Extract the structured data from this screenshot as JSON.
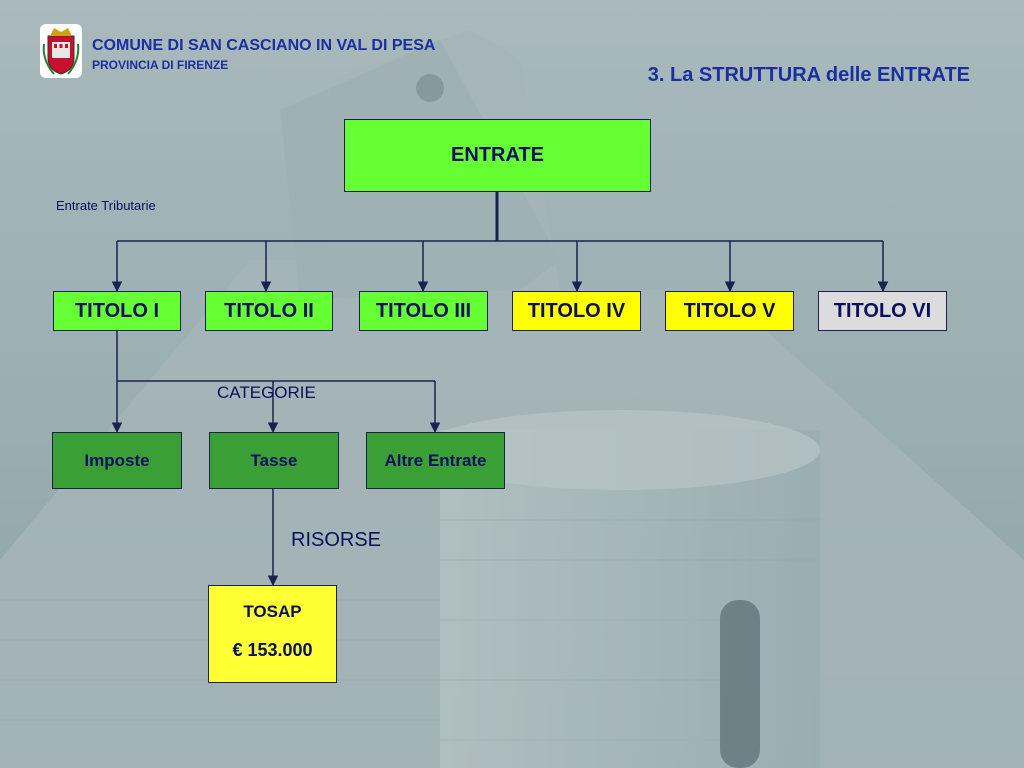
{
  "header": {
    "org_name": "COMUNE DI SAN CASCIANO IN VAL DI PESA",
    "org_sub": "PROVINCIA  DI FIRENZE",
    "logo_icon": "coat-of-arms-icon"
  },
  "slide_title": "3. La STRUTTURA delle  ENTRATE",
  "note": "Entrate Tributarie",
  "root": "ENTRATE",
  "titoli": [
    "TITOLO I",
    "TITOLO II",
    "TITOLO III",
    "TITOLO IV",
    "TITOLO V",
    "TITOLO VI"
  ],
  "categorie_label": "CATEGORIE",
  "categorie": [
    "Imposte",
    "Tasse",
    "Altre Entrate"
  ],
  "risorse_label": "RISORSE",
  "risorsa": {
    "name": "TOSAP",
    "amount": "€ 153.000"
  },
  "colors": {
    "title_text": "#1a2fa0",
    "green_box": "#66ff33",
    "yellow_box": "#ffff00",
    "grey_box": "#dcdcdc",
    "category_box": "#3aa035",
    "connector": "#1a2050"
  }
}
